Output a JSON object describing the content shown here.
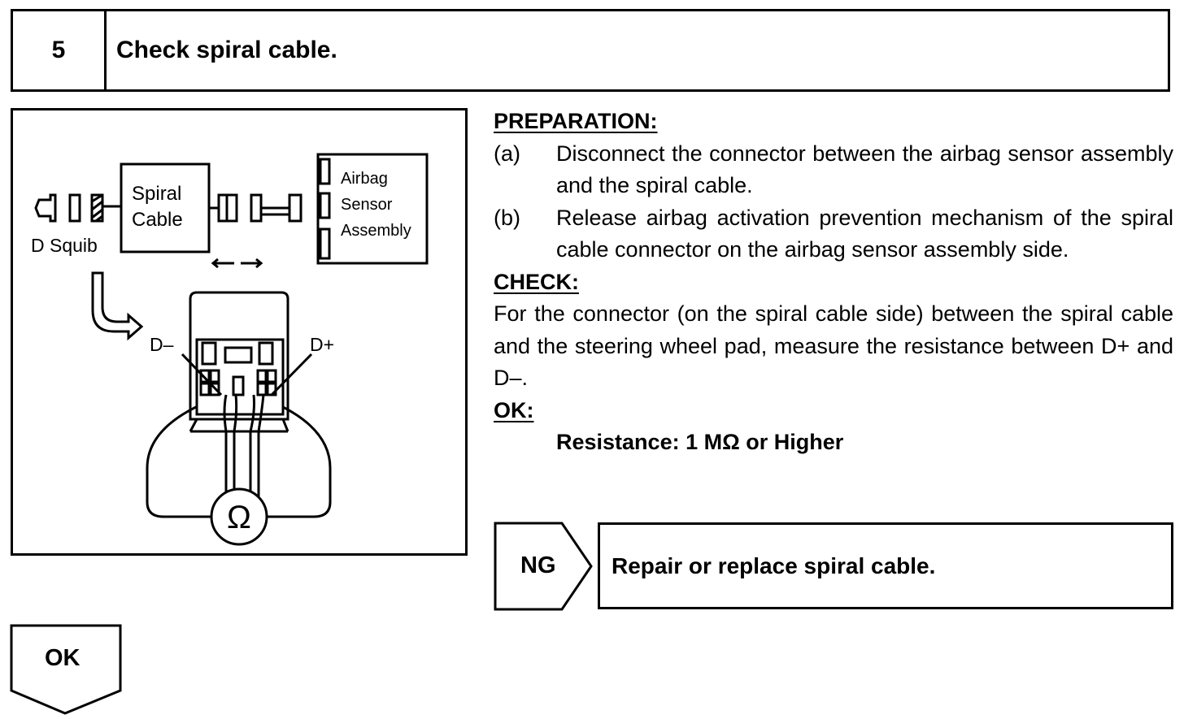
{
  "step": {
    "number": "5",
    "title": "Check spiral cable."
  },
  "figure": {
    "labels": {
      "d_squib": "D Squib",
      "spiral_cable_line1": "Spiral",
      "spiral_cable_line2": "Cable",
      "sensor_line1": "Airbag",
      "sensor_line2": "Sensor",
      "sensor_line3": "Assembly",
      "d_minus": "D–",
      "d_plus": "D+",
      "ohm": "Ω",
      "arrows": "←→"
    }
  },
  "preparation": {
    "heading": "PREPARATION:",
    "items": [
      {
        "mark": "(a)",
        "text": "Disconnect the connector between the airbag sensor assembly and the spiral cable."
      },
      {
        "mark": "(b)",
        "text": "Release airbag activation prevention mechanism of the spiral cable connector on the airbag sensor assembly side."
      }
    ]
  },
  "check": {
    "heading": "CHECK:",
    "text": "For the connector (on the spiral cable side) between the spiral cable and the steering wheel pad, measure the resistance between D+ and D–."
  },
  "ok_spec": {
    "heading": "OK:",
    "text": "Resistance: 1 MΩ or Higher"
  },
  "ng": {
    "label": "NG",
    "action": "Repair or replace spiral cable."
  },
  "ok": {
    "label": "OK"
  }
}
